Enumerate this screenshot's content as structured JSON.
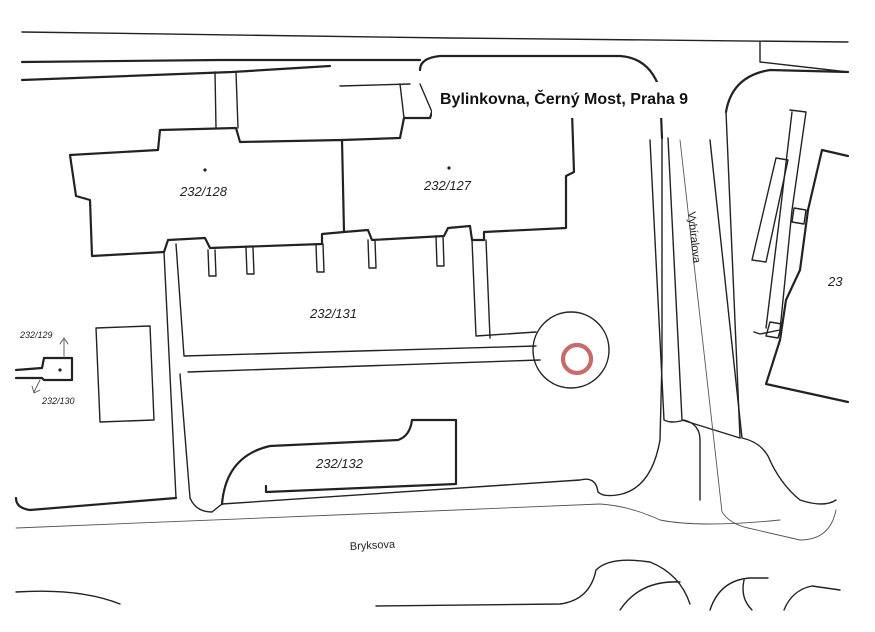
{
  "map": {
    "title": "Bylinkovna, Černý Most, Praha 9",
    "parcels": {
      "p128": "232/128",
      "p127": "232/127",
      "p131": "232/131",
      "p132": "232/132",
      "p129": "232/129",
      "p130": "232/130",
      "p_right": "23"
    },
    "streets": {
      "bryksova": "Bryksova",
      "vybiralova": "Vybíralova"
    },
    "marker": {
      "icon": "location-circle-icon",
      "color": "#c96a6a"
    }
  }
}
